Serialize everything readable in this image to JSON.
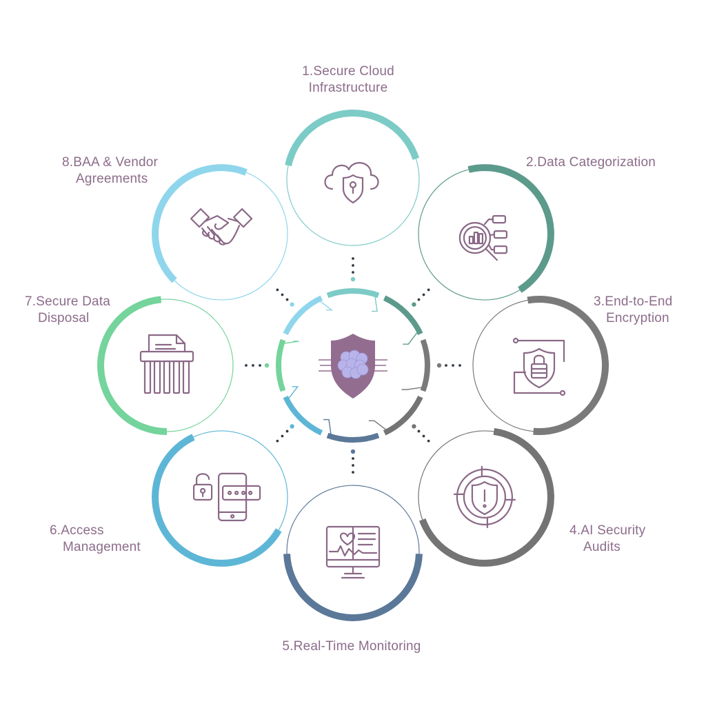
{
  "title": "",
  "colors": {
    "icon_stroke": "#8a6886",
    "text": "#8c6c8a",
    "shield_fill": "#936d8f",
    "brain_fill": "#b8b4ea",
    "connector_dots": "#2f3b44"
  },
  "center": {
    "icon": "shield-brain-icon"
  },
  "steps": [
    {
      "num": "1.",
      "lines": [
        "Secure Cloud",
        "Infrastructure"
      ],
      "icon": "cloud-shield-icon",
      "color": "#7ccbc6"
    },
    {
      "num": "2.",
      "lines": [
        "Data Categorization"
      ],
      "icon": "magnifier-chart-icon",
      "color": "#5c9a8c"
    },
    {
      "num": "3.",
      "lines": [
        "End-to-End",
        "Encryption"
      ],
      "icon": "lock-shield-circuit-icon",
      "color": "#7a7a7a"
    },
    {
      "num": "4.",
      "lines": [
        "AI Security",
        "Audits"
      ],
      "icon": "alert-shield-icon",
      "color": "#747474"
    },
    {
      "num": "5.",
      "lines": [
        "Real-Time Monitoring"
      ],
      "icon": "monitor-heartbeat-icon",
      "color": "#5b7898"
    },
    {
      "num": "6.",
      "lines": [
        "Access",
        "Management"
      ],
      "icon": "phone-password-icon",
      "color": "#5eb6d6"
    },
    {
      "num": "7.",
      "lines": [
        "Secure Data",
        "Disposal"
      ],
      "icon": "shredder-icon",
      "color": "#74d49c"
    },
    {
      "num": "8.",
      "lines": [
        "BAA & Vendor",
        "Agreements"
      ],
      "icon": "handshake-icon",
      "color": "#8fd6ec"
    }
  ]
}
